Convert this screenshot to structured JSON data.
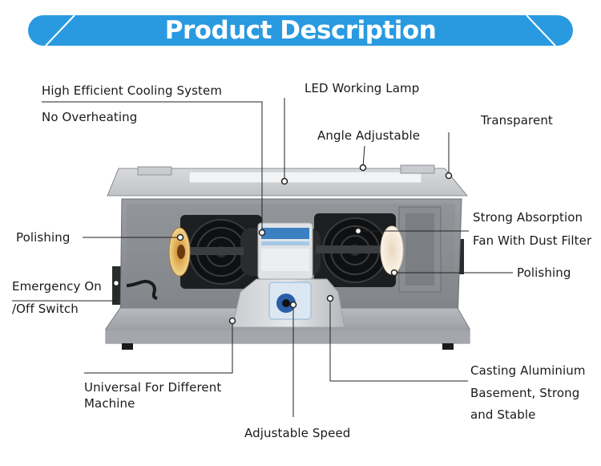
{
  "banner": {
    "title": "Product Description"
  },
  "labels": {
    "cooling_line1": "High Efficient Cooling System",
    "cooling_line2": "No Overheating",
    "led_lamp": "LED  Working Lamp",
    "angle": "Angle Adjustable",
    "transparent": "Transparent",
    "absorption_line1": "Strong Absorption",
    "absorption_line2": "Fan With Dust Filter",
    "polishing_left": "Polishing",
    "polishing_right": "Polishing",
    "emergency_line1": "Emergency On",
    "emergency_line2": "/Off Switch",
    "universal_line1": "Universal For Different",
    "universal_line2": "Machine",
    "casting_line1": "Casting Aluminium",
    "casting_line2": "Basement, Strong",
    "casting_line3": "and Stable",
    "speed": "Adjustable Speed"
  },
  "colors": {
    "banner": "#2a9ae0",
    "cabinet": "#8f9296",
    "leader": "#222222"
  }
}
